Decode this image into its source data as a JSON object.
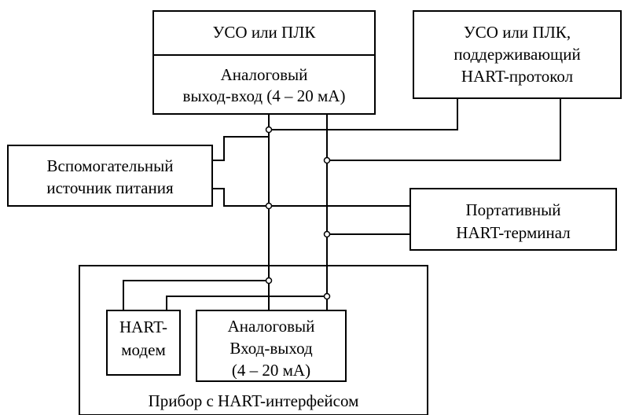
{
  "plc_analog": {
    "header": "УСО или ПЛК",
    "sub_line1": "Аналоговый",
    "sub_line2": "выход-вход (4 – 20 мА)"
  },
  "plc_hart": {
    "line1": "УСО или ПЛК,",
    "line2": "поддерживающий",
    "line3": "HART-протокол"
  },
  "aux_power": {
    "line1": "Вспомогательный",
    "line2": "источник питания"
  },
  "portable_terminal": {
    "line1": "Портативный",
    "line2": "HART-терминал"
  },
  "device": {
    "caption": "Прибор с HART-интерфейсом",
    "hart_modem": {
      "line1": "HART-",
      "line2": "модем"
    },
    "analog_io": {
      "line1": "Аналоговый",
      "line2": "Вход-выход",
      "line3": "(4 – 20 мА)"
    }
  }
}
